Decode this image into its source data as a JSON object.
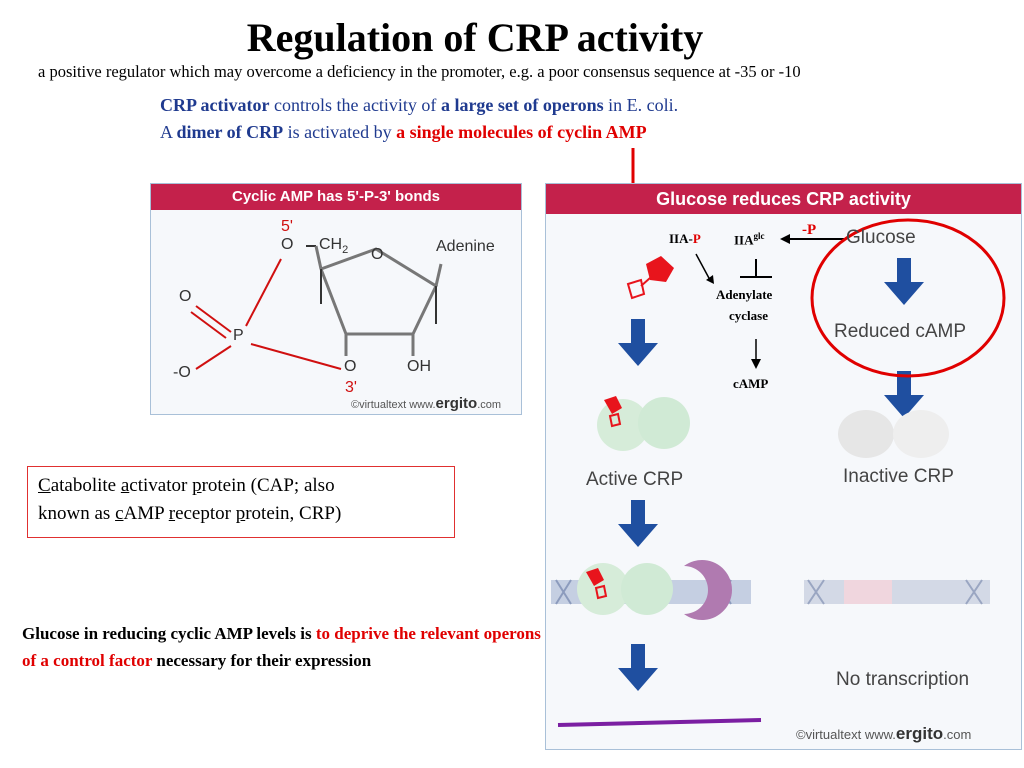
{
  "title": "Regulation of CRP activity",
  "subtitle": "a positive regulator which may overcome a deficiency in the promoter, e.g. a poor consensus sequence at -35 or -10",
  "line1": {
    "a": "CRP activator",
    "b": " controls the activity of ",
    "c": "a large set of operons",
    "d": " in E. coli."
  },
  "line2": {
    "a": "A ",
    "b": "dimer of CRP",
    "c": " is activated by ",
    "d": "a single molecules of cyclin AMP"
  },
  "camp_panel": {
    "header": "Cyclic AMP has 5'-P-3' bonds",
    "labels": {
      "five_prime": "5'",
      "o1": "O",
      "ch2": "CH",
      "ch2_sub": "2",
      "o_ring": "O",
      "adenine": "Adenine",
      "o_double": "O",
      "p": "P",
      "o_minus": "-O",
      "o3": "O",
      "oh": "OH",
      "three_prime": "3'"
    },
    "copyright": "©virtualtext  www.",
    "copyright_brand": "ergito",
    "copyright_tld": ".com"
  },
  "glucose_panel": {
    "header": "Glucose reduces CRP activity",
    "iia_p": "IIA-",
    "iia_p_suffix": "P",
    "iia_glc": "IIA",
    "iia_glc_sup": "glc",
    "minus_p": "-P",
    "glucose": "Glucose",
    "adenylate": "Adenylate",
    "cyclase": "cyclase",
    "camp": "cAMP",
    "reduced_camp": "Reduced cAMP",
    "active_crp": "Active CRP",
    "inactive_crp": "Inactive CRP",
    "no_transcription": "No transcription",
    "copyright": "©virtualtext  www.",
    "copyright_brand": "ergito",
    "copyright_tld": ".com"
  },
  "cap_box": {
    "l1": [
      "C",
      "atabolite ",
      "a",
      "ctivator ",
      "p",
      "rotein (CAP; also"
    ],
    "l2": [
      "known as ",
      "c",
      "AMP ",
      "r",
      "eceptor ",
      "p",
      "rotein, CRP)"
    ]
  },
  "bottom": {
    "a": "Glucose in reducing cyclic AMP levels is ",
    "b": "to deprive the relevant operons of a control factor",
    "c": " necessary for their expression"
  },
  "colors": {
    "header": "#c4214b",
    "arrow_blue": "#1f4fa0",
    "accent_red": "#e00000",
    "text_blue": "#1f3a8f"
  }
}
